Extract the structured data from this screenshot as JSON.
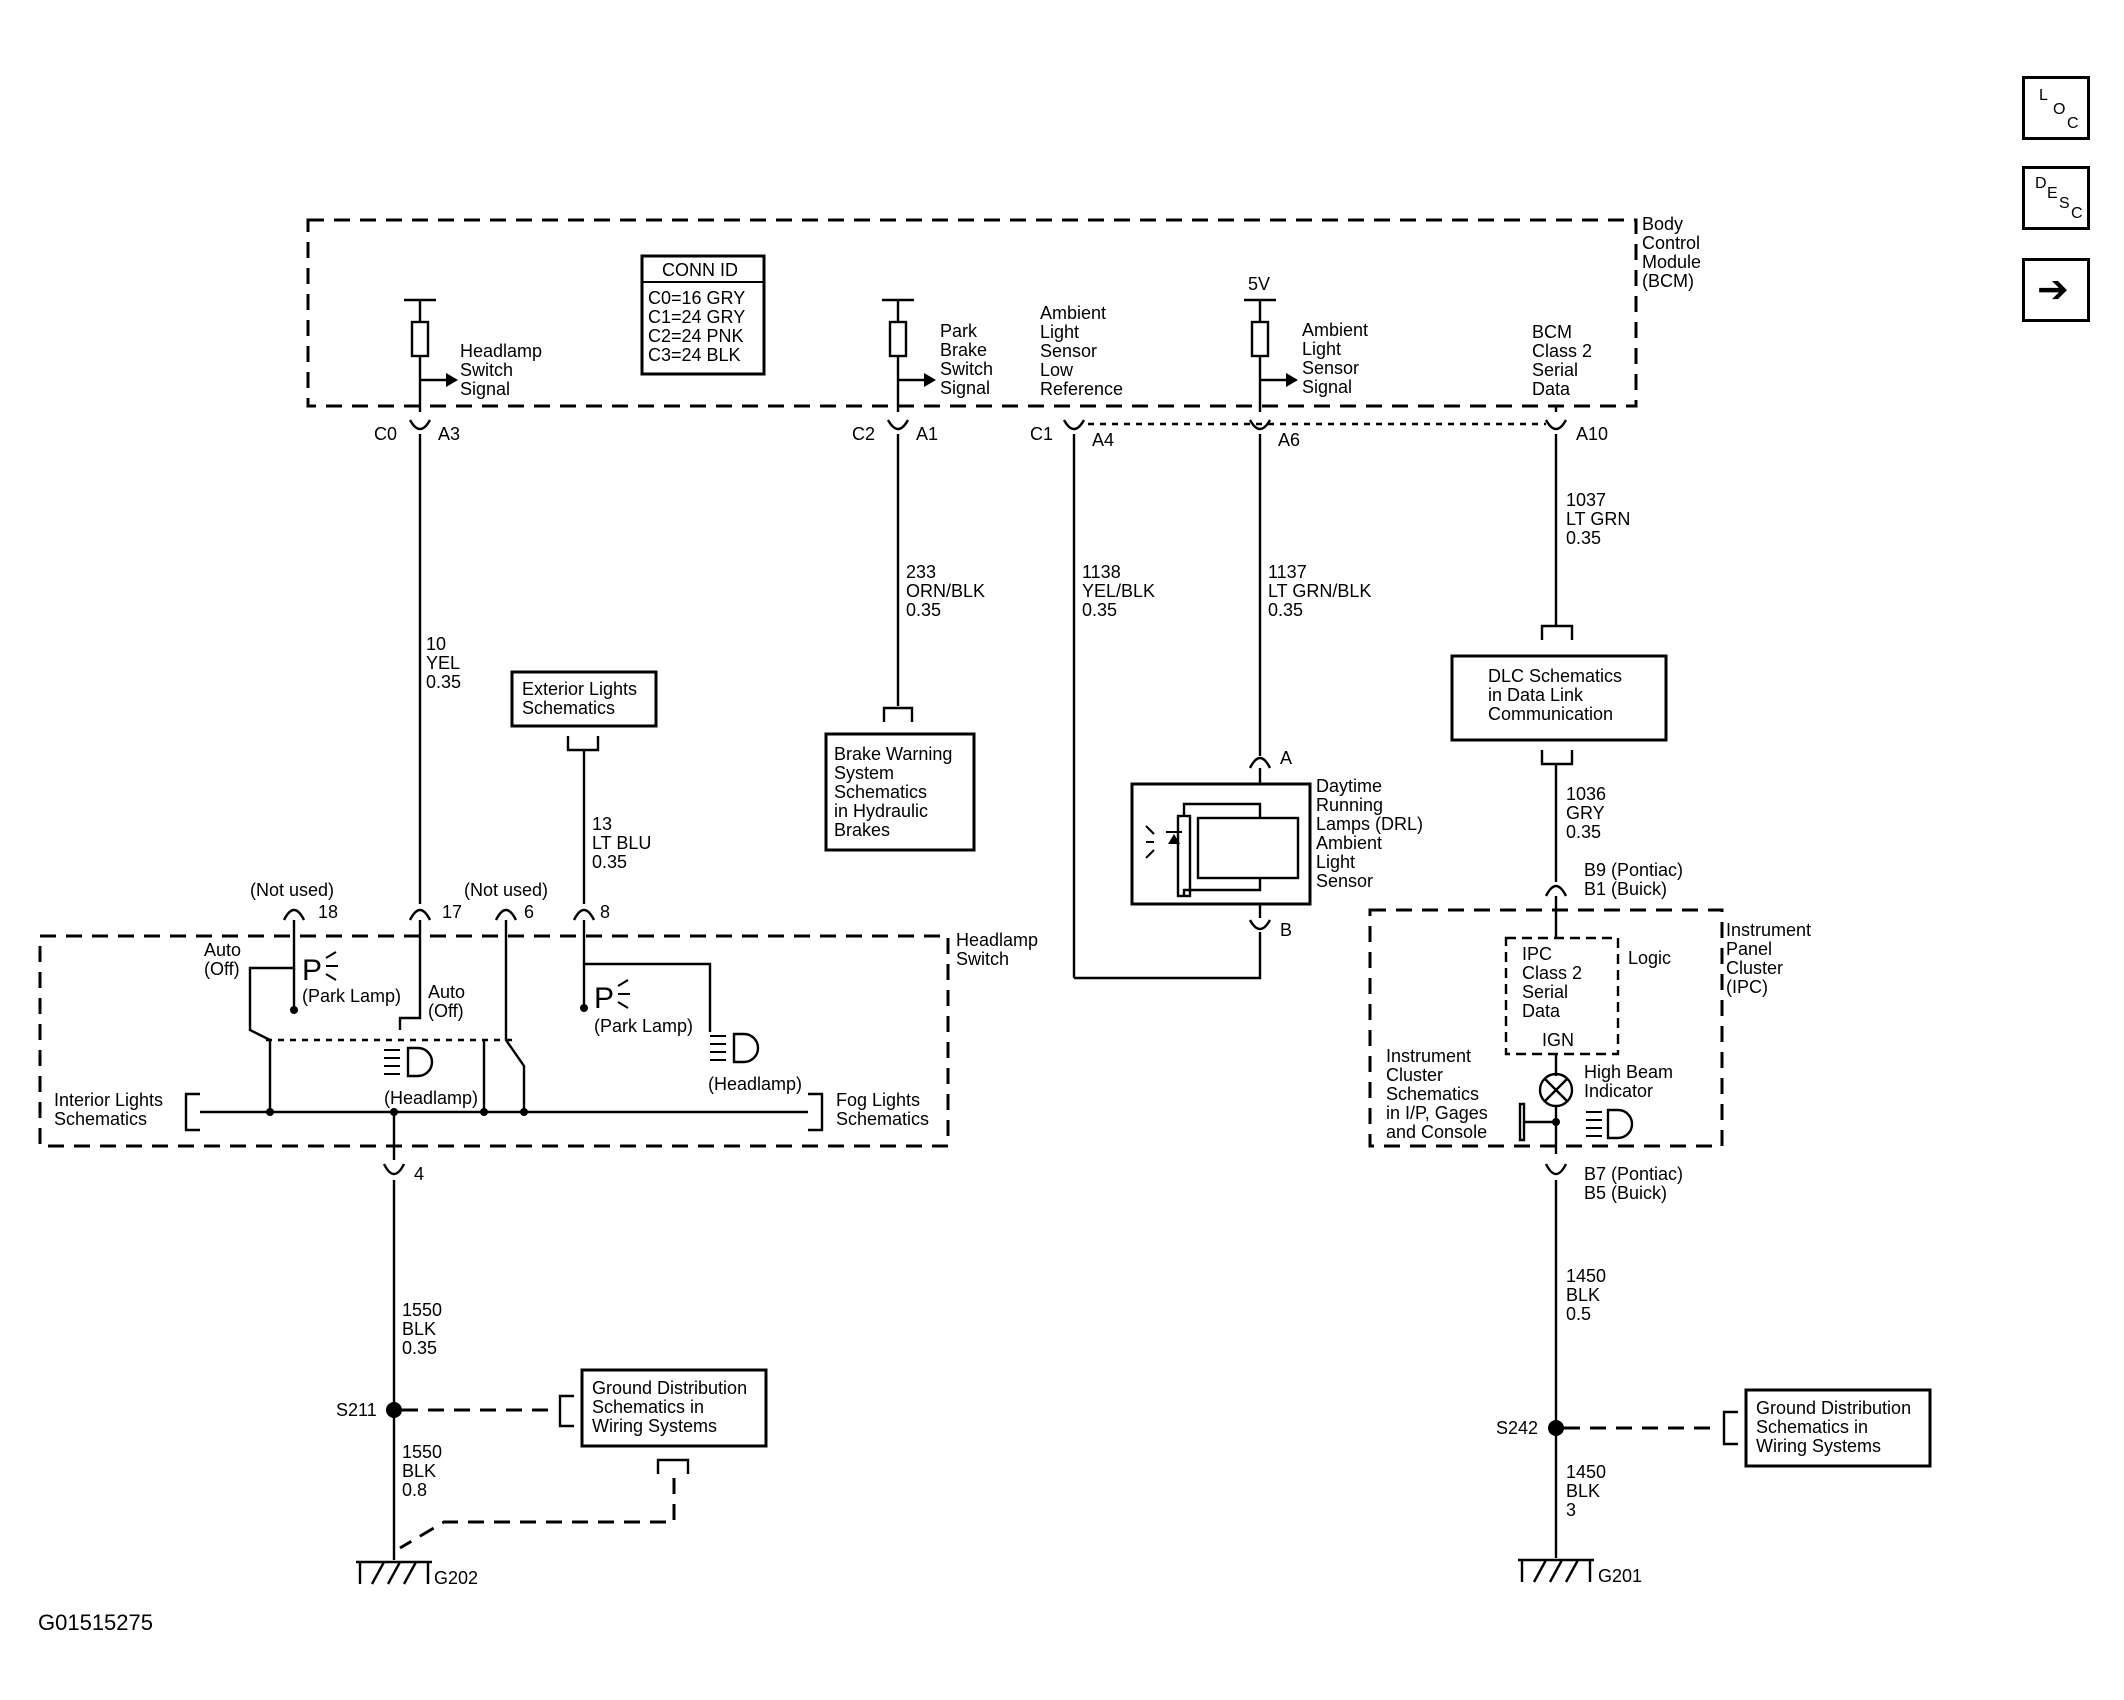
{
  "nav": {
    "loc": [
      "L",
      "O",
      "C"
    ],
    "desc": [
      "D",
      "E",
      "S",
      "C"
    ],
    "next": "➔"
  },
  "page_id": "G01515275",
  "bcm": {
    "title": [
      "Body",
      "Control",
      "Module",
      "(BCM)"
    ],
    "conn_title": "CONN ID",
    "conn": [
      "C0=16 GRY",
      "C1=24 GRY",
      "C2=24 PNK",
      "C3=24 BLK"
    ]
  },
  "pins": {
    "c0": "C0",
    "a3": "A3",
    "c2": "C2",
    "a1": "A1",
    "c1": "C1",
    "a4": "A4",
    "a6": "A6",
    "a10": "A10",
    "five_v": "5V"
  },
  "signals": {
    "headlamp": [
      "Headlamp",
      "Switch",
      "Signal"
    ],
    "park_brake": [
      "Park",
      "Brake",
      "Switch",
      "Signal"
    ],
    "amb_low": [
      "Ambient",
      "Light",
      "Sensor",
      "Low",
      "Reference"
    ],
    "amb_sig": [
      "Ambient",
      "Light",
      "Sensor",
      "Signal"
    ],
    "bcm_class2": [
      "BCM",
      "Class 2",
      "Serial",
      "Data"
    ]
  },
  "wires": {
    "w10": [
      "10",
      "YEL",
      "0.35"
    ],
    "w233": [
      "233",
      "ORN/BLK",
      "0.35"
    ],
    "w1138": [
      "1138",
      "YEL/BLK",
      "0.35"
    ],
    "w1137": [
      "1137",
      "LT GRN/BLK",
      "0.35"
    ],
    "w1037": [
      "1037",
      "LT GRN",
      "0.35"
    ],
    "w13": [
      "13",
      "LT BLU",
      "0.35"
    ],
    "w1036": [
      "1036",
      "GRY",
      "0.35"
    ],
    "w1550a": [
      "1550",
      "BLK",
      "0.35"
    ],
    "w1550b": [
      "1550",
      "BLK",
      "0.8"
    ],
    "w1450a": [
      "1450",
      "BLK",
      "0.5"
    ],
    "w1450b": [
      "1450",
      "BLK",
      "3"
    ]
  },
  "refs": {
    "exterior": [
      "Exterior Lights",
      "Schematics"
    ],
    "brake": [
      "Brake Warning",
      "System",
      "Schematics",
      "in Hydraulic",
      "Brakes"
    ],
    "dlc": [
      "DLC Schematics",
      "in Data Link",
      "Communication"
    ],
    "ground1": [
      "Ground Distribution",
      "Schematics in",
      "Wiring Systems"
    ],
    "ground2": [
      "Ground Distribution",
      "Schematics in",
      "Wiring Systems"
    ],
    "interior": [
      "Interior Lights",
      "Schematics"
    ],
    "fog": [
      "Fog Lights",
      "Schematics"
    ],
    "cluster": [
      "Instrument",
      "Cluster",
      "Schematics",
      "in I/P, Gages",
      "and Console"
    ]
  },
  "drl": {
    "label": [
      "Daytime",
      "Running",
      "Lamps (DRL)",
      "Ambient",
      "Light",
      "Sensor"
    ],
    "pin_a": "A",
    "pin_b": "B"
  },
  "switch": {
    "title": [
      "Headlamp",
      "Switch"
    ],
    "not_used1": "(Not used)",
    "not_used2": "(Not used)",
    "p18": "18",
    "p17": "17",
    "p6": "6",
    "p8": "8",
    "p4": "4",
    "auto1": [
      "Auto",
      "(Off)"
    ],
    "auto2": [
      "Auto",
      "(Off)"
    ],
    "park1": "(Park Lamp)",
    "park2": "(Park Lamp)",
    "headlamp1": "(Headlamp)",
    "headlamp2": "(Headlamp)",
    "p_glyph": "P"
  },
  "ipc": {
    "title": [
      "Instrument",
      "Panel",
      "Cluster",
      "(IPC)"
    ],
    "logic_box": [
      "IPC",
      "Class 2",
      "Serial",
      "Data"
    ],
    "logic": "Logic",
    "ign": "IGN",
    "high_beam": [
      "High Beam",
      "Indicator"
    ],
    "b9": [
      "B9 (Pontiac)",
      "B1 (Buick)"
    ],
    "b7": [
      "B7 (Pontiac)",
      "B5 (Buick)"
    ]
  },
  "grounds": {
    "s211": "S211",
    "g202": "G202",
    "s242": "S242",
    "g201": "G201"
  }
}
